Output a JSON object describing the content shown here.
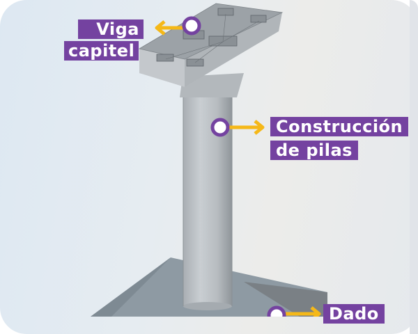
{
  "labels": {
    "viga_capitel": {
      "line1": "Viga",
      "line2": "capitel"
    },
    "construccion_pilas": {
      "line1": "Construcción",
      "line2": "de pilas"
    },
    "dado": {
      "line1": "Dado"
    }
  },
  "colors": {
    "label_bg": "#7442a0",
    "label_text": "#ffffff",
    "arrow": "#f5b818",
    "marker_ring": "#7442a0",
    "marker_fill": "#ffffff",
    "structure": "#9aa0a6"
  }
}
